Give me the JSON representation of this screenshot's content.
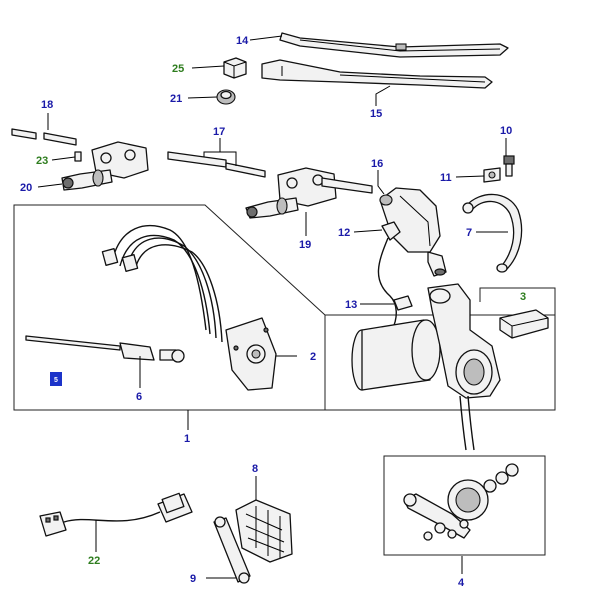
{
  "colors": {
    "callout_blue": "#1a1aa8",
    "callout_green": "#2e7d1e",
    "badge_blue": "#1c33c9",
    "line": "#000000"
  },
  "callouts": {
    "c1": "1",
    "c2": "2",
    "c3": "3",
    "c4": "4",
    "c5": "5",
    "c6": "6",
    "c7": "7",
    "c8": "8",
    "c9": "9",
    "c10": "10",
    "c11": "11",
    "c12": "12",
    "c13": "13",
    "c14": "14",
    "c15": "15",
    "c16": "16",
    "c17": "17",
    "c18": "18",
    "c19": "19",
    "c20": "20",
    "c21": "21",
    "c22": "22",
    "c23": "23",
    "c25": "25"
  }
}
